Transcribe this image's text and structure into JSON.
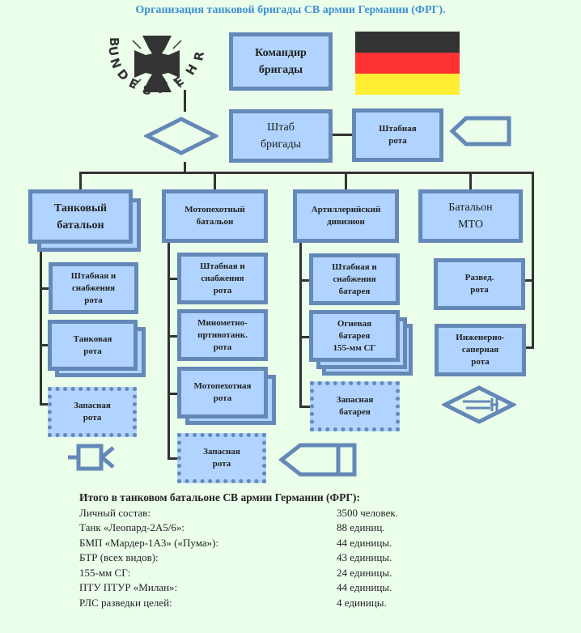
{
  "title": "Организация  танковой бригады СВ армии Германии (ФРГ).",
  "logo": {
    "text": "BUNDESWEHR",
    "icon": "iron-cross-icon"
  },
  "flag": {
    "colors": [
      "#333333",
      "#ff3333",
      "#ffee33"
    ],
    "name": "germany-flag"
  },
  "colors": {
    "box_fill": "#b0d4ff",
    "box_border": "#6489b8",
    "background": "#eafeea",
    "title": "#3d8fd6",
    "connector": "#333333"
  },
  "nodes": {
    "commander": "Командир\nбригады",
    "hq": "Штаб\nбригады",
    "hq_company": "Штабная\nрота",
    "tank_bn": "Танковый\nбатальон",
    "mech_bn": "Мотопехотный\nбатальон",
    "art_div": "Артиллерийский\nдивизион",
    "log_bn": "Батальон\nМТО"
  },
  "tank_bn_units": [
    "Штабная и\nснабжения\nрота",
    "Танковая\nрота",
    "Запасная\nрота"
  ],
  "mech_bn_units": [
    "Штабная и\nснабжения\nрота",
    "Минометно-\nпртивотанк.\nрота",
    "Мотопехотная\nрота",
    "Запасная\nрота"
  ],
  "art_units": [
    "Штабная и\nснабжения\nбатарея",
    "Огневая\nбатарея\n155-мм СГ",
    "Запасная\nбатарея"
  ],
  "log_units": [
    "Развед.\nрота",
    "Инженерно-\nсаперная\nрота"
  ],
  "summary": {
    "heading": "Итого в танковом батальоне СВ армии Германии (ФРГ):",
    "rows": [
      {
        "label": "Личный состав:",
        "value": "3500 человек."
      },
      {
        "label": "Танк «Леопард-2А5/6»:",
        "value": "88 единиц."
      },
      {
        "label": "БМП «Мардер-1А3»  («Пума»):",
        "value": "44 единицы."
      },
      {
        "label": "БТР (всех видов):",
        "value": "43 единицы."
      },
      {
        "label": "155-мм СГ:",
        "value": "24 единицы."
      },
      {
        "label": "ПТУ ПТУР «Милан»:",
        "value": "44 единицы."
      },
      {
        "label": "РЛС разведки целей:",
        "value": "4 единицы."
      }
    ]
  }
}
